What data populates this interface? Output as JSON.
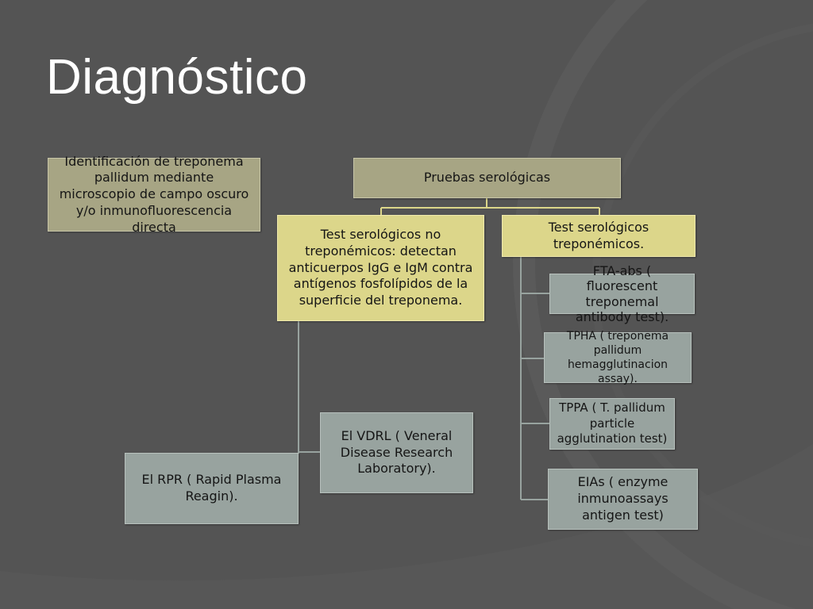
{
  "slide": {
    "title": "Diagnóstico"
  },
  "diagram": {
    "identificacion": "Identificación de treponema pallidum mediante microscopio de campo oscuro y/o inmunofluorescencia directa",
    "pruebas_serologicas": "Pruebas serológicas",
    "no_treponemicos": "Test serológicos no treponémicos: detectan anticuerpos IgG e IgM contra antígenos fosfolípidos de la superficie del treponema.",
    "treponemicos": "Test serológicos treponémicos.",
    "vdrl": "El VDRL ( Veneral Disease Research Laboratory).",
    "rpr": "El RPR ( Rapid Plasma Reagin).",
    "fta_abs": "FTA-abs ( fluorescent treponemal antibody test).",
    "tpha": "TPHA ( treponema pallidum hemagglutinacion assay).",
    "tppa": "TPPA ( T. pallidum particle agglutination test)",
    "eias": "EIAs ( enzyme inmunoassays antigen test)"
  },
  "colors": {
    "background": "#545454",
    "olive_box": "#a7a584",
    "yellow_box": "#dcd68a",
    "gray_box": "#98a39f",
    "connector": "#dcd68a",
    "connector_gray": "#98a39f"
  }
}
